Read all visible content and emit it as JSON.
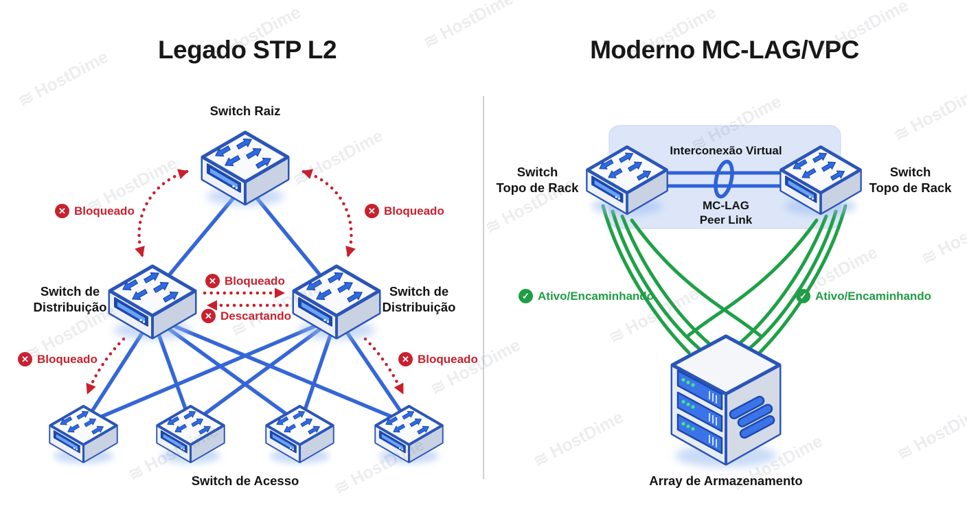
{
  "left_panel": {
    "title": "Legado STP L2",
    "root_switch_label": "Switch Raiz",
    "distribution_switch_line1": "Switch de",
    "distribution_switch_line2": "Distribuição",
    "access_switch_label": "Switch de Acesso",
    "blocked_label": "Bloqueado",
    "discarding_label": "Descartando"
  },
  "right_panel": {
    "title": "Moderno MC-LAG/VPC",
    "virtual_interconnect_label": "Interconexão Virtual",
    "peer_link_line1": "MC-LAG",
    "peer_link_line2": "Peer Link",
    "tor_switch_line1": "Switch",
    "tor_switch_line2": "Topo de Rack",
    "active_forwarding_label": "Ativo/Encaminhando",
    "storage_array_label": "Array de Armazenamento"
  },
  "icons": {
    "blocked_glyph": "✕",
    "active_glyph": "✓",
    "watermark_logo_glyph": "≋"
  },
  "watermark": {
    "text": "HostDime"
  },
  "colors": {
    "link_blue": "#3566d8",
    "blocked_red": "#c9202e",
    "active_green": "#1f9e45",
    "peer_panel_fill": "#dce6f8",
    "switch_outline_blue": "#2b55b8"
  }
}
